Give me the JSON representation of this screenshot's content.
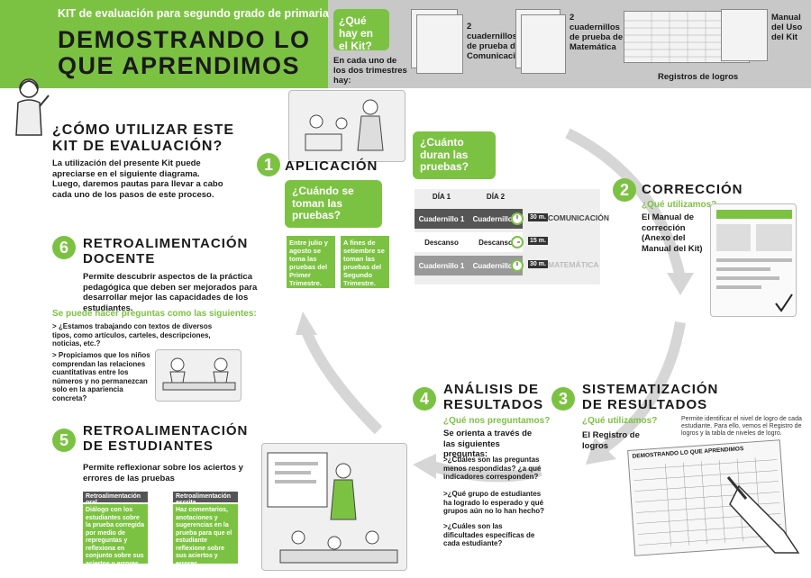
{
  "header": {
    "kit_title": "KIT de evaluación para segundo grado de primaria",
    "main_title_l1": "DEMOSTRANDO LO",
    "main_title_l2": "QUE APRENDIMOS",
    "que_hay": "¿Qué hay en el Kit?",
    "que_hay_sub": "En cada uno de los dos trimestres hay:",
    "item1": "2 cuadernillos de prueba de Comunicación",
    "item2": "2 cuadernillos de prueba de Matemática",
    "item3": "Registros de logros",
    "item4": "Manual del Uso del Kit"
  },
  "intro": {
    "title_l1": "¿CÓMO UTILIZAR ESTE",
    "title_l2": "KIT DE EVALUACIÓN?",
    "text": "La utilización del presente Kit puede apreciarse en el siguiente diagrama. Luego, daremos pautas para llevar a cabo cada uno de los pasos de este proceso."
  },
  "step1": {
    "num": "1",
    "title": "APLICACIÓN",
    "bubble_when": "¿Cuándo se toman las pruebas?",
    "bubble_duration": "¿Cuánto duran las pruebas?",
    "box1": "Entre julio y agosto se toma las pruebas del Primer Trimestre.",
    "box2": "A fines de setiembre se toman las pruebas del Segundo Trimestre.",
    "dia1": "DÍA 1",
    "dia2": "DÍA 2",
    "rows": [
      {
        "c1": "Cuadernillo 1",
        "c2": "Cuadernillo 2",
        "time": "30 m.",
        "label": "COMUNICACIÓN"
      },
      {
        "c1": "Descanso",
        "c2": "Descanso",
        "time": "15 m.",
        "label": ""
      },
      {
        "c1": "Cuadernillo 1",
        "c2": "Cuadernillo 2",
        "time": "30 m.",
        "label": "MATEMÁTICA"
      }
    ]
  },
  "step2": {
    "num": "2",
    "title": "CORRECCIÓN",
    "q": "¿Qué utilizamos?",
    "text": "El Manual de corrección (Anexo del Manual del Kit)"
  },
  "step3": {
    "num": "3",
    "title_l1": "SISTEMATIZACIÓN",
    "title_l2": "DE RESULTADOS",
    "q": "¿Qué utilizamos?",
    "text": "El Registro de logros",
    "note": "Permite identificar el nivel de logro de cada estudiante. Para ello, vemos el Registro de logros y la tabla de niveles de logro.",
    "register_title": "DEMOSTRANDO LO QUE APRENDIMOS"
  },
  "step4": {
    "num": "4",
    "title_l1": "ANÁLISIS DE",
    "title_l2": "RESULTADOS",
    "q": "¿Qué nos preguntamos?",
    "text": "Se orienta a través de las siguientes preguntas:",
    "p1": ">¿Cuáles son las preguntas menos respondidas? ¿a qué indicadores corresponden?",
    "p2": ">¿Qué grupo de estudiantes ha logrado lo esperado y qué grupos aún no lo han hecho?",
    "p3": ">¿Cuáles son las dificultades específicas de cada estudiante?"
  },
  "step5": {
    "num": "5",
    "title_l1": "RETROALIMENTACIÓN",
    "title_l2": "DE ESTUDIANTES",
    "text": "Permite reflexionar sobre los aciertos y errores de las pruebas",
    "oral_title": "Retroalimentación oral",
    "oral_text": "Diálogo con los estudiantes sobre la prueba corregida por medio de repreguntas y reflexiona en conjunto sobre sus aciertos y errores.",
    "written_title": "Retroalimentación escrita",
    "written_text": "Haz comentarios, anotaciones y sugerencias en la prueba para que el estudiante reflexione sobre sus aciertos y errores."
  },
  "step6": {
    "num": "6",
    "title_l1": "RETROALIMENTACIÓN",
    "title_l2": "DOCENTE",
    "text": "Permite descubrir aspectos de la práctica pedagógica que deben ser mejorados para desarrollar mejor las capacidades de los estudiantes.",
    "q": "Se puede hacer preguntas como las siguientes:",
    "p1": "> ¿Estamos trabajando con textos de diversos tipos, como artículos, carteles, descripciones, noticias, etc.?",
    "p2": "> Propiciamos que los niños comprendan las relaciones cuantitativas entre los números y no permanezcan solo en la apariencia concreta?"
  },
  "colors": {
    "accent": "#7cc242",
    "gray": "#c8c8c8",
    "dark": "#555555"
  }
}
